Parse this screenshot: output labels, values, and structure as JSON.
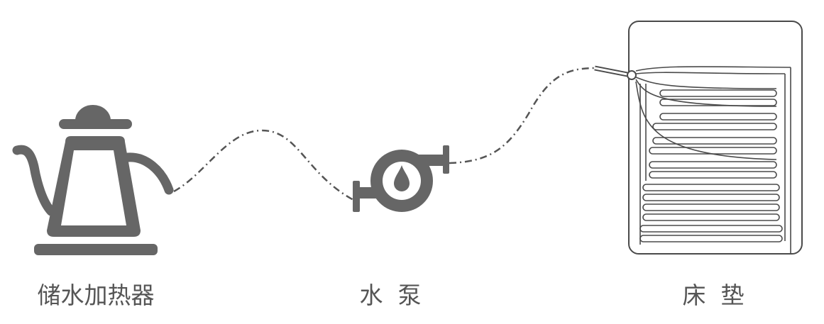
{
  "labels": {
    "heater": "储水加热器",
    "pump": "水  泵",
    "mattress": "床  垫"
  },
  "icons": {
    "heater": "kettle-icon",
    "pump": "water-pump-icon",
    "mattress": "mattress-icon"
  },
  "colors": {
    "icon": "#666666",
    "line": "#555555",
    "text": "#555555",
    "background": "#ffffff"
  }
}
